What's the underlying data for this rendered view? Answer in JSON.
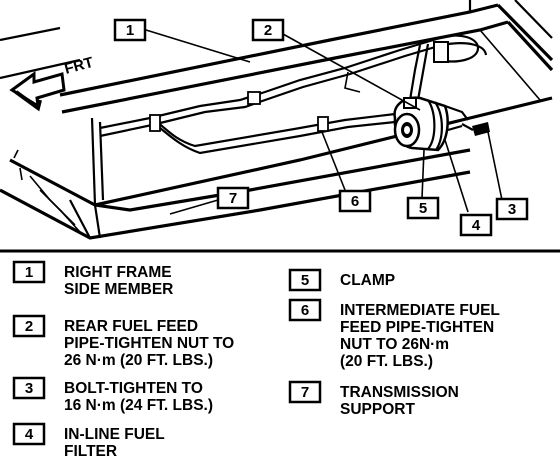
{
  "diagram": {
    "direction_label": "FRT",
    "callouts": [
      "1",
      "2",
      "3",
      "4",
      "5",
      "6",
      "7"
    ],
    "legend": [
      {
        "num": "1",
        "lines": [
          "RIGHT FRAME",
          "SIDE MEMBER"
        ]
      },
      {
        "num": "2",
        "lines": [
          "REAR FUEL FEED",
          "PIPE-TIGHTEN NUT TO",
          "26 N·m (20 FT. LBS.)"
        ]
      },
      {
        "num": "3",
        "lines": [
          "BOLT-TIGHTEN TO",
          "16 N·m (24 FT. LBS.)"
        ]
      },
      {
        "num": "4",
        "lines": [
          "IN-LINE FUEL",
          "FILTER"
        ]
      },
      {
        "num": "5",
        "lines": [
          "CLAMP"
        ]
      },
      {
        "num": "6",
        "lines": [
          "INTERMEDIATE FUEL",
          "FEED PIPE-TIGHTEN",
          "NUT TO 26N·m",
          "(20 FT. LBS.)"
        ]
      },
      {
        "num": "7",
        "lines": [
          "TRANSMISSION",
          "SUPPORT"
        ]
      }
    ]
  }
}
